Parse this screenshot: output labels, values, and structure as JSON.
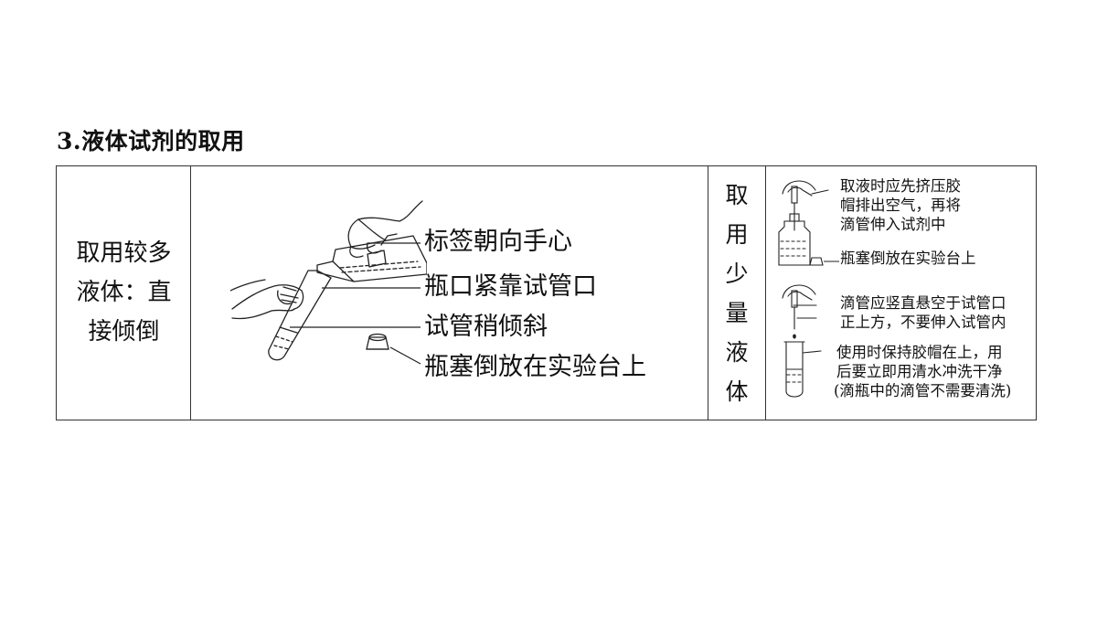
{
  "heading": "3.液体试剂的取用",
  "large_volume": {
    "label_lines": [
      "取用较多",
      "液体：直",
      "接倾倒"
    ],
    "annotations": [
      "标签朝向手心",
      "瓶口紧靠试管口",
      "试管稍倾斜",
      "瓶塞倒放在实验台上"
    ]
  },
  "small_volume": {
    "label_chars": [
      "取",
      "用",
      "少",
      "量",
      "液",
      "体"
    ],
    "note1_lines": [
      "取液时应先挤压胶",
      "帽排出空气，再将",
      "滴管伸入试剂中"
    ],
    "note2": "瓶塞倒放在实验台上",
    "note3_lines": [
      "滴管应竖直悬空于试管口",
      "正上方，不要伸入试管内"
    ],
    "note4_lines": [
      "使用时保持胶帽在上，用",
      "后要立即用清水冲洗干净",
      "(滴瓶中的滴管不需要清洗)"
    ]
  }
}
